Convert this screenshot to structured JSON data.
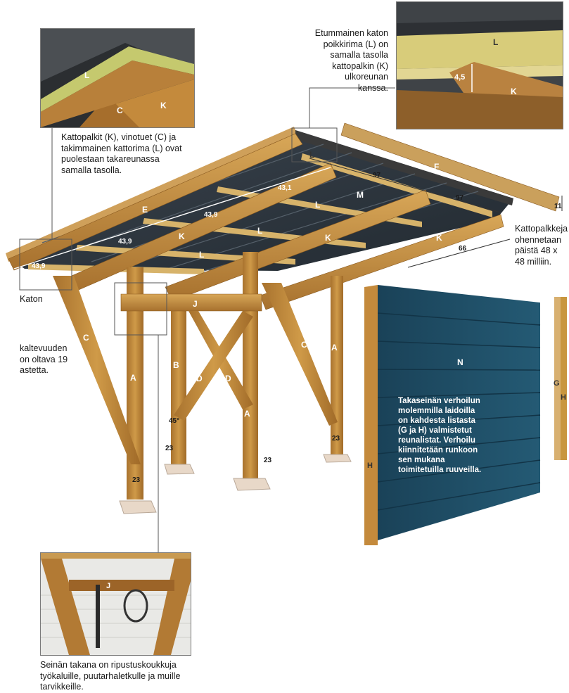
{
  "captions": {
    "top_left": "Kattopalkit (K), vinotuet (C) ja takimmainen kattorima (L) ovat puolestaan takareunassa samalla tasolla.",
    "top_right": "Etummainen katon poikkirima (L) on samalla tasolla kattopalkin (K) ulkoreunan kanssa.",
    "right_beam": "Kattopalkkeja ohennetaan päistä 48 x 48 milliin.",
    "left_a": "Katon",
    "left_b": "kaltevuuden on oltava 19 astetta.",
    "wall": "Takaseinän verhoilun molemmilla laidoilla on kahdesta listasta (G ja H) valmistetut reunalistat. Verhoilu kiinnitetään runkoon sen mukana toimitetuilla ruuveilla.",
    "bottom": "Seinän takana on ripustuskoukkuja työkaluille, puutarhaletkulle ja muille tarvikkeille."
  },
  "labels": {
    "E": "E",
    "K": "K",
    "L": "L",
    "M": "M",
    "F": "F",
    "C": "C",
    "A": "A",
    "B": "B",
    "D": "D",
    "J": "J",
    "N": "N",
    "G": "G",
    "H": "H"
  },
  "dims": {
    "d431": "43,1",
    "d439": "43,9",
    "d97": "97",
    "d66": "66",
    "d11": "11",
    "d23": "23",
    "d45": "4,5",
    "ang": "45°"
  },
  "colors": {
    "wood": "#c8923e",
    "wood_dark": "#9c6a28",
    "wood_light": "#dcae5e",
    "roof": "#2f3740",
    "wall": "#1f4e66",
    "rafter_green": "#b9c27a"
  }
}
